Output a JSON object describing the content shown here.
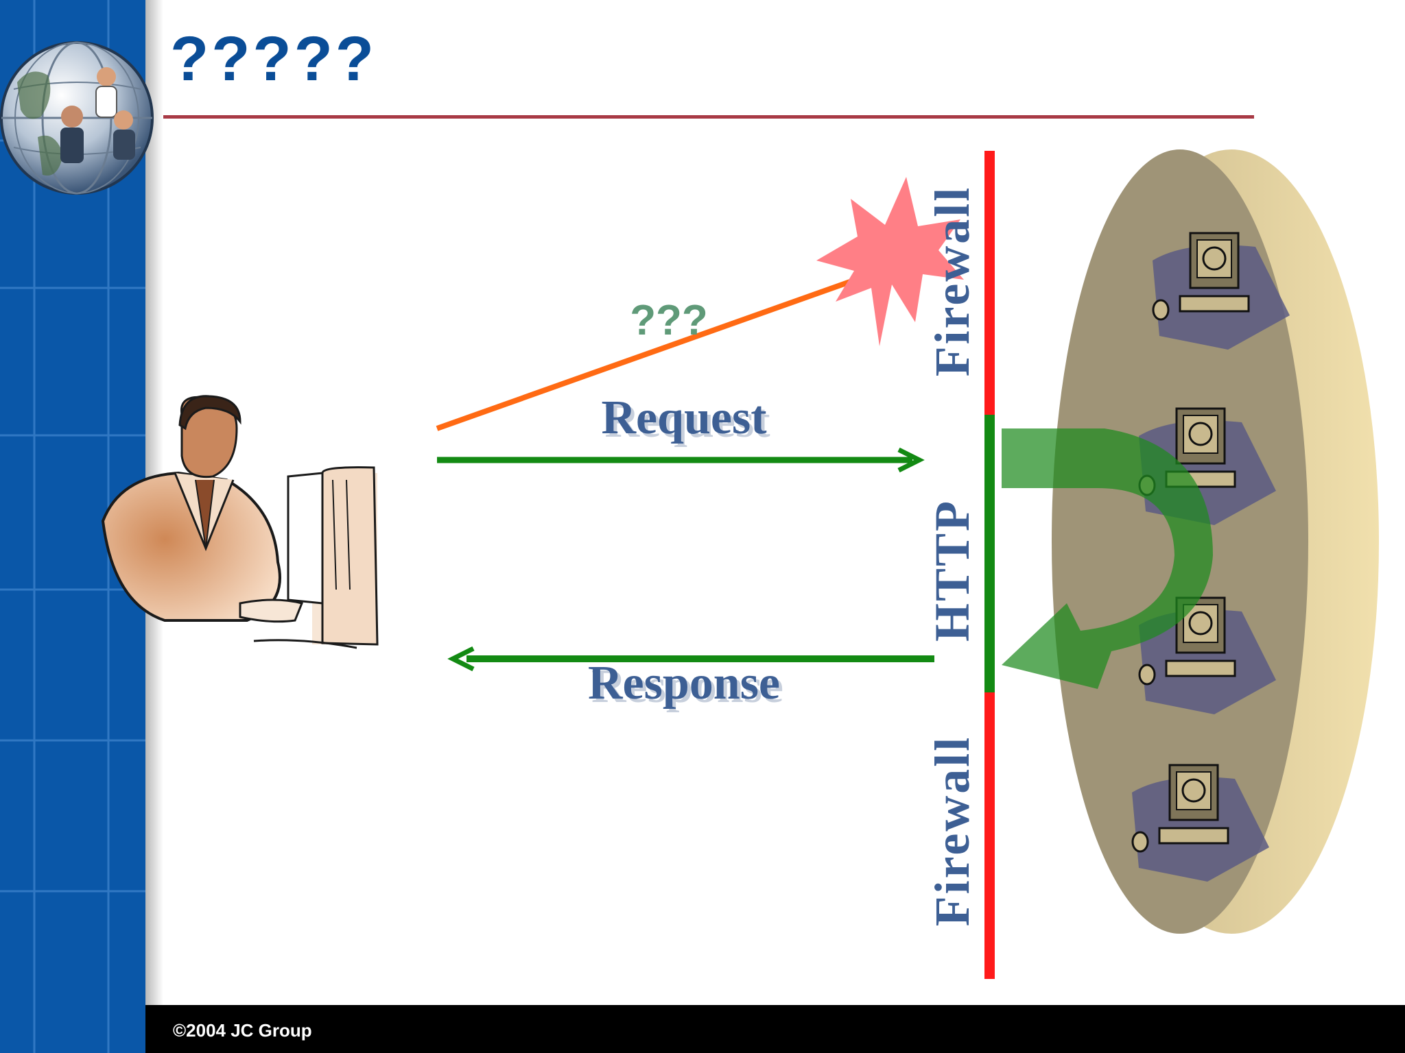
{
  "slide": {
    "title": "?????",
    "footer": "©2004 JC Group"
  },
  "diagram": {
    "blocked_label": "???",
    "request_label": "Request",
    "response_label": "Response",
    "firewall_top_label": "Firewall",
    "http_label": "HTTP",
    "firewall_bottom_label": "Firewall"
  },
  "colors": {
    "sidebar": "#0a57a8",
    "title": "#0a4d97",
    "title_rule": "#a83a45",
    "arrow_green": "#138a13",
    "arrow_orange": "#ff6a13",
    "firewall_red": "#ff1a1a",
    "label_blue": "#3d5f94",
    "blocked_label": "#5f9a78",
    "burst": "#ff7f86",
    "server_cylinder": "#9f9477",
    "server_cylinder_side": "#e3d09b"
  },
  "icons": [
    "globe-people-logo",
    "user-at-computer-icon",
    "burst-icon",
    "server-computer-icon"
  ]
}
